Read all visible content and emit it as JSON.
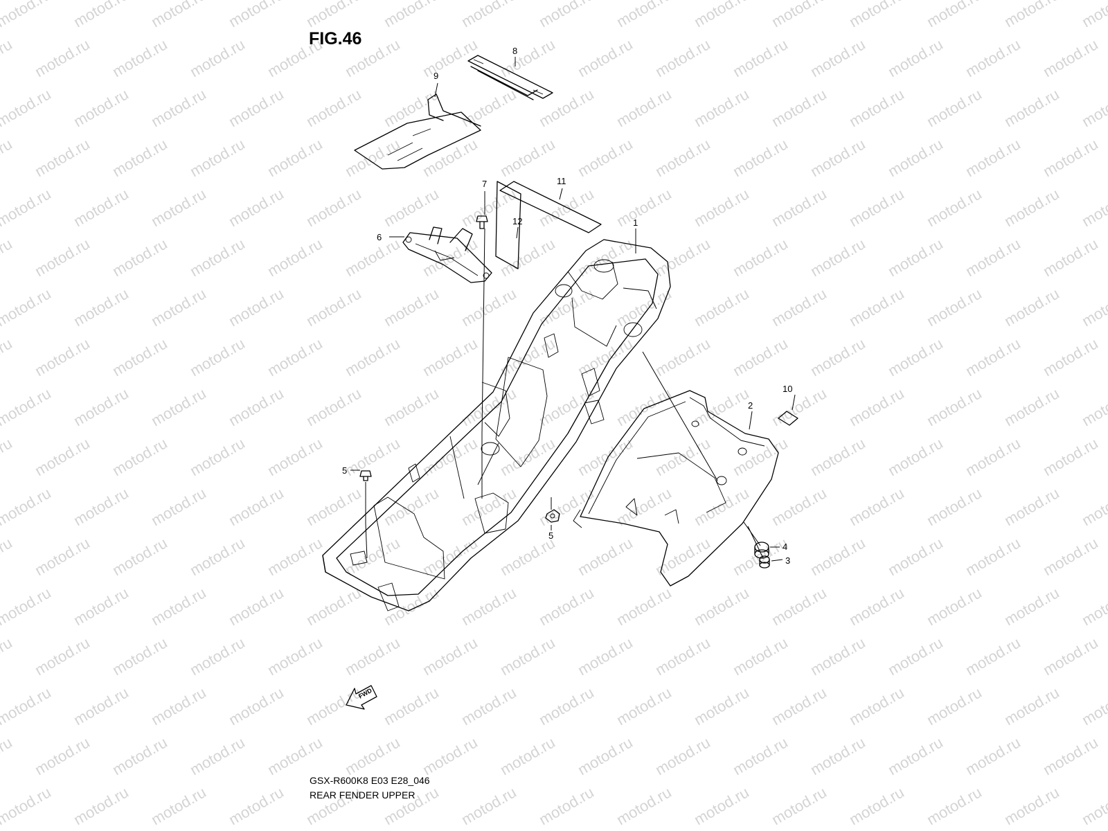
{
  "figure": {
    "title": "FIG.46",
    "model_code": "GSX-R600K8 E03 E28_046",
    "part_group": "REAR FENDER UPPER"
  },
  "watermark": {
    "text": "motod.ru",
    "color": "#d4d4d4"
  },
  "arrow_label": "FWD",
  "callouts": [
    {
      "id": "part-1",
      "label": "1"
    },
    {
      "id": "part-2",
      "label": "2"
    },
    {
      "id": "part-3",
      "label": "3"
    },
    {
      "id": "part-4",
      "label": "4"
    },
    {
      "id": "part-5a",
      "label": "5"
    },
    {
      "id": "part-5b",
      "label": "5"
    },
    {
      "id": "part-6",
      "label": "6"
    },
    {
      "id": "part-7",
      "label": "7"
    },
    {
      "id": "part-8",
      "label": "8"
    },
    {
      "id": "part-9",
      "label": "9"
    },
    {
      "id": "part-10",
      "label": "10"
    },
    {
      "id": "part-11",
      "label": "11"
    },
    {
      "id": "part-12",
      "label": "12"
    }
  ]
}
